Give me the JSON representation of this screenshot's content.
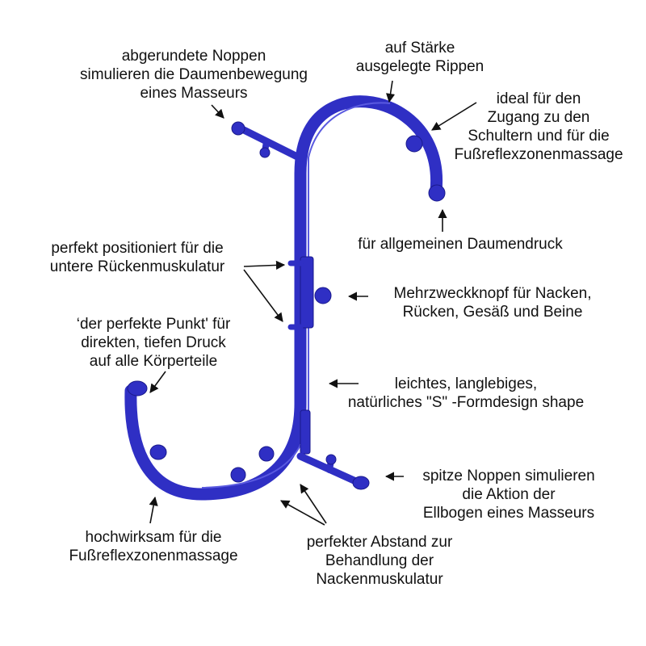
{
  "colors": {
    "tool": "#2f2fc4",
    "tool_edge": "#1a1a8c",
    "tool_highlight": "#5a5ae0",
    "arrow": "#111111",
    "text": "#111111"
  },
  "labels": {
    "rounded_knobs": [
      "abgerundete Noppen",
      "simulieren die Daumenbewegung",
      "eines Masseurs"
    ],
    "ribs": [
      "auf Stärke",
      "ausgelegte Rippen"
    ],
    "shoulders": [
      "ideal für den",
      "Zugang zu den",
      "Schultern und für die",
      "Fußreflexzonenmassage"
    ],
    "thumb_pressure": [
      "für allgemeinen Daumendruck"
    ],
    "lower_back": [
      "perfekt positioniert für die",
      "untere Rückenmuskulatur"
    ],
    "multi_knob": [
      "Mehrzweckknopf für Nacken,",
      "Rücken, Gesäß und Beine"
    ],
    "perfect_point": [
      "‘der perfekte Punkt' für",
      "direkten, tiefen Druck",
      "auf alle Körperteile"
    ],
    "design": [
      "leichtes, langlebiges,",
      "natürliches \"S\" -Formdesign shape"
    ],
    "pointed_knobs": [
      "spitze Noppen simulieren",
      "die Aktion der",
      "Ellbogen eines Masseurs"
    ],
    "foot_reflex": [
      "hochwirksam für die",
      "Fußreflexzonenmassage"
    ],
    "neck_distance": [
      "perfekter Abstand zur",
      "Behandlung der",
      "Nackenmuskulatur"
    ]
  }
}
